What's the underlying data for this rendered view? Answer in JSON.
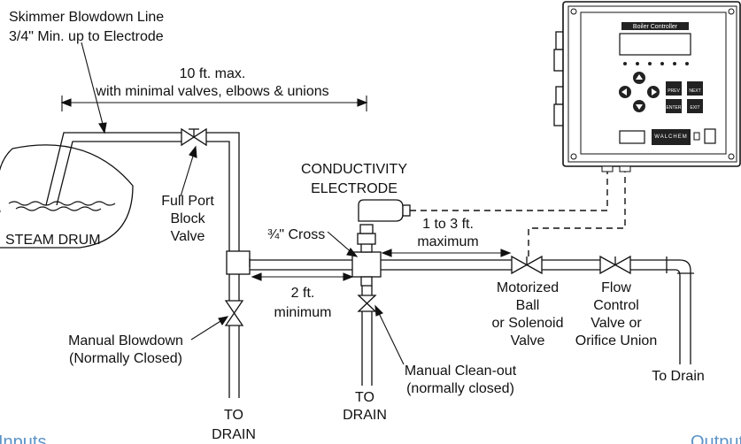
{
  "labels": {
    "skimmer_line1": "Skimmer Blowdown Line",
    "skimmer_line2": "3/4\" Min. up to Electrode",
    "ten_ft_line1": "10 ft. max.",
    "ten_ft_line2": "with minimal valves, elbows & unions",
    "steam_drum": "STEAM DRUM",
    "full_port_1": "Full Port",
    "full_port_2": "Block",
    "full_port_3": "Valve",
    "conductivity_1": "CONDUCTIVITY",
    "conductivity_2": "ELECTRODE",
    "cross": "¾\" Cross",
    "one_to_three_1": "1 to 3 ft.",
    "one_to_three_2": "maximum",
    "two_ft_1": "2 ft.",
    "two_ft_2": "minimum",
    "motorized_1": "Motorized",
    "motorized_2": "Ball",
    "motorized_3": "or Solenoid",
    "motorized_4": "Valve",
    "flow_1": "Flow",
    "flow_2": "Control",
    "flow_3": "Valve or",
    "flow_4": "Orifice Union",
    "manual_blowdown_1": "Manual Blowdown",
    "manual_blowdown_2": "(Normally Closed)",
    "manual_cleanout_1": "Manual Clean-out",
    "manual_cleanout_2": "(normally closed)",
    "to_drain_a1": "TO",
    "to_drain_a2": "DRAIN",
    "to_drain_b1": "TO",
    "to_drain_b2": "DRAIN",
    "to_drain_c": "To Drain",
    "cut_left": "Inputs",
    "cut_right": "Outputs"
  },
  "controller": {
    "title": "Boiler Controller",
    "brand": "WALCHEM",
    "btn_prev": "PREV",
    "btn_next": "NEXT",
    "btn_enter": "ENTER",
    "btn_exit": "EXIT"
  },
  "colors": {
    "line": "#111111",
    "controller_dark": "#222222",
    "cut_text": "#5b93c7"
  }
}
